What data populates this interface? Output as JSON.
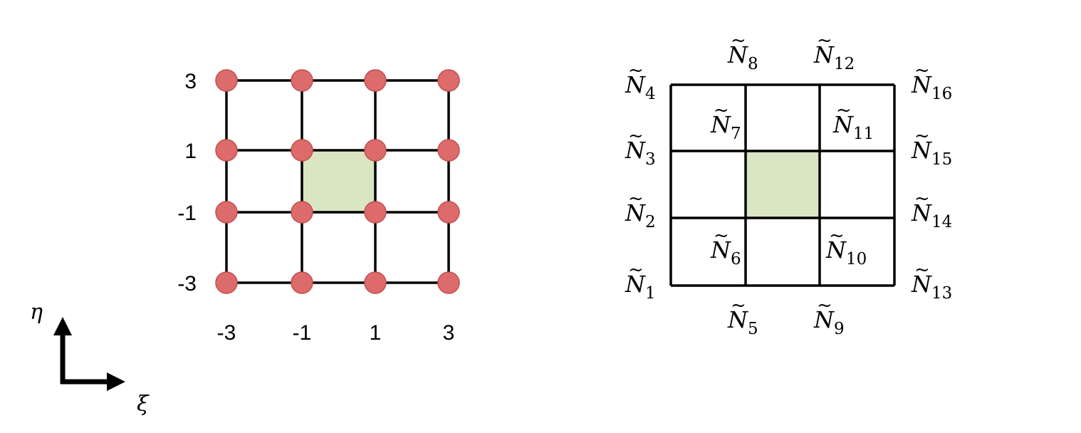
{
  "left_grid": {
    "tick_values": [
      "-3",
      "-1",
      "1",
      "3"
    ],
    "x_ticks": [
      "-3",
      "-1",
      "1",
      "3"
    ],
    "y_ticks": [
      "3",
      "1",
      "-1",
      "-3"
    ],
    "node_color": "#dd6b6b",
    "node_stroke": "#c05050",
    "highlight_color": "#dae5c3",
    "line_color": "#000000"
  },
  "axes": {
    "vertical_symbol": "η",
    "horizontal_symbol": "ξ"
  },
  "right_grid": {
    "highlight_color": "#dae5c3",
    "line_color": "#000000",
    "labels": [
      {
        "base": "N",
        "tilde": "~",
        "sub": "1"
      },
      {
        "base": "N",
        "tilde": "~",
        "sub": "2"
      },
      {
        "base": "N",
        "tilde": "~",
        "sub": "3"
      },
      {
        "base": "N",
        "tilde": "~",
        "sub": "4"
      },
      {
        "base": "N",
        "tilde": "~",
        "sub": "5"
      },
      {
        "base": "N",
        "tilde": "~",
        "sub": "6"
      },
      {
        "base": "N",
        "tilde": "~",
        "sub": "7"
      },
      {
        "base": "N",
        "tilde": "~",
        "sub": "8"
      },
      {
        "base": "N",
        "tilde": "~",
        "sub": "9"
      },
      {
        "base": "N",
        "tilde": "~",
        "sub": "10"
      },
      {
        "base": "N",
        "tilde": "~",
        "sub": "11"
      },
      {
        "base": "N",
        "tilde": "~",
        "sub": "12"
      },
      {
        "base": "N",
        "tilde": "~",
        "sub": "13"
      },
      {
        "base": "N",
        "tilde": "~",
        "sub": "14"
      },
      {
        "base": "N",
        "tilde": "~",
        "sub": "15"
      },
      {
        "base": "N",
        "tilde": "~",
        "sub": "16"
      }
    ]
  }
}
